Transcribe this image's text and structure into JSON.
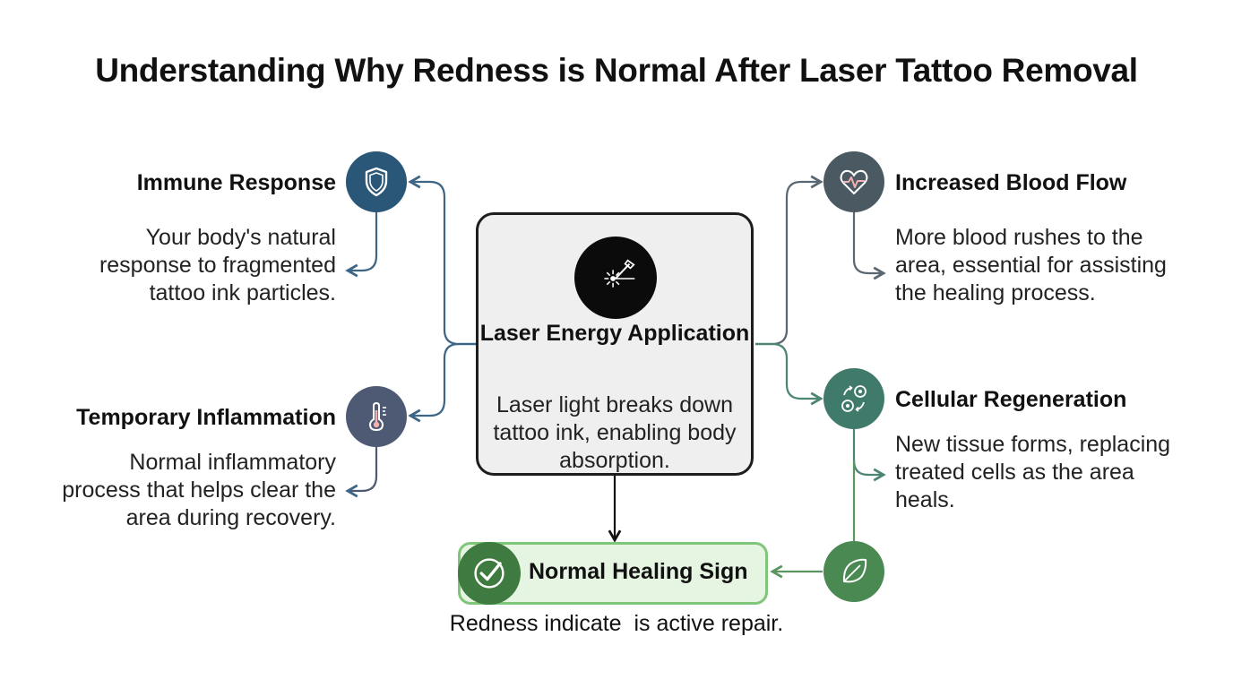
{
  "title": "Understanding Why Redness is Normal After Laser Tattoo Removal",
  "center": {
    "title": "Laser Energy Application",
    "description": "Laser light breaks down tattoo ink, enabling body absorption.",
    "icon": "laser-icon"
  },
  "nodes": {
    "immune": {
      "title": "Immune Response",
      "description": "Your body's natural response to fragmented tattoo ink particles.",
      "icon": "shield-icon",
      "color": "#2a5677"
    },
    "inflammation": {
      "title": "Temporary Inflammation",
      "description": "Normal inflammatory process that helps clear the area during recovery.",
      "icon": "thermometer-icon",
      "color": "#4e5a74"
    },
    "blood_flow": {
      "title": "Increased Blood Flow",
      "description": "More blood rushes to the area, essential for assisting the healing process.",
      "icon": "heart-pulse-icon",
      "color": "#4b5a62"
    },
    "regeneration": {
      "title": "Cellular Regeneration",
      "description": "New tissue forms, replacing treated cells as the area heals.",
      "icon": "cells-icon",
      "color": "#3f7a6a"
    }
  },
  "outcome": {
    "label": "Normal Healing Sign",
    "description": "Redness indicate  is active repair.",
    "check_icon": "checkmark-icon",
    "leaf_icon": "leaf-icon",
    "color": "#4a8a52"
  }
}
